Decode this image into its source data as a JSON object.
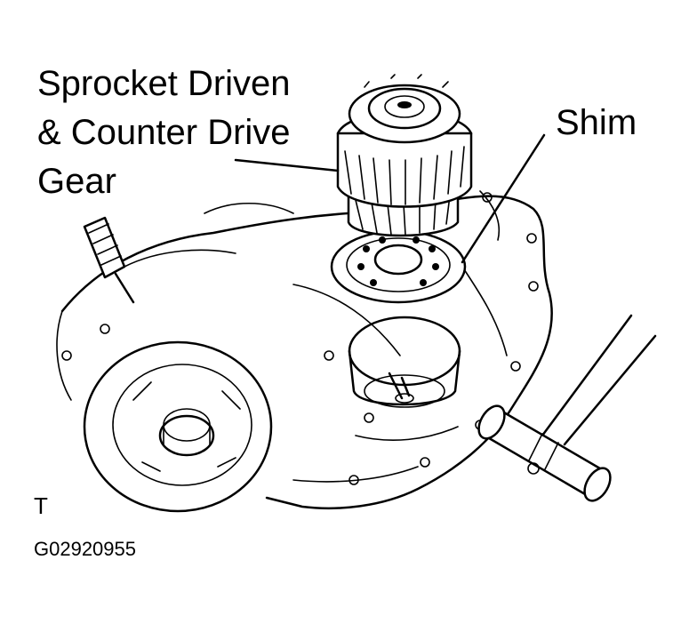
{
  "labels": {
    "gear_line1": "Sprocket Driven",
    "gear_line2": "& Counter Drive",
    "gear_line3": "Gear",
    "shim": "Shim",
    "orientation_mark": "T",
    "figure_code": "G02920955"
  }
}
